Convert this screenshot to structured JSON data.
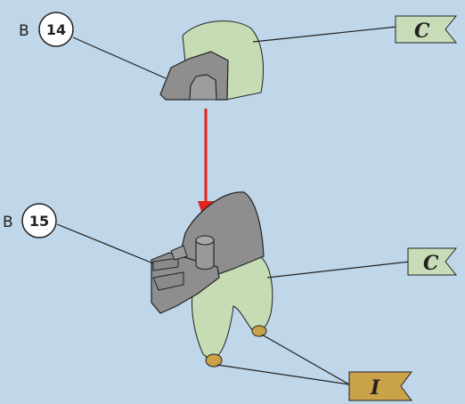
{
  "callouts": [
    {
      "prefix": "B",
      "number": "14"
    },
    {
      "prefix": "B",
      "number": "15"
    }
  ],
  "flags": [
    {
      "letter": "C",
      "color": "#c9dcb8"
    },
    {
      "letter": "C",
      "color": "#c9dcb8"
    },
    {
      "letter": "I",
      "color": "#c9a24a"
    }
  ],
  "colors": {
    "background": "#bfd7e9",
    "green_part": "#c6dcb4",
    "gray_part": "#8e8e8e",
    "tan_feet": "#c9a24a",
    "arrow": "#e0241b"
  }
}
